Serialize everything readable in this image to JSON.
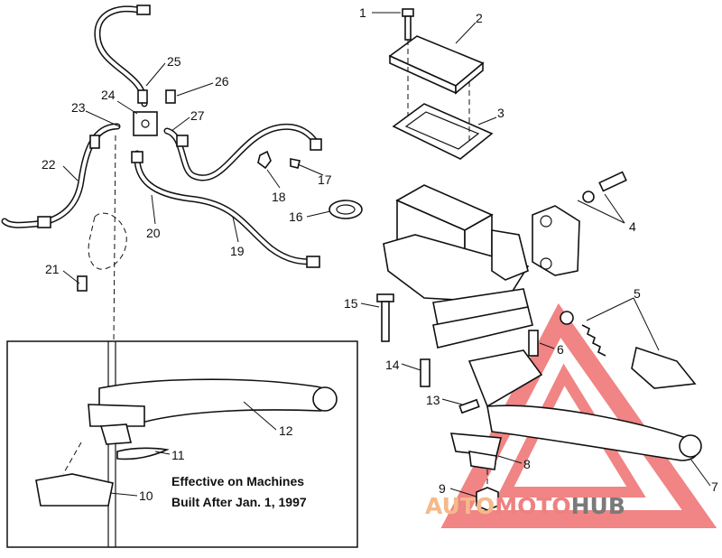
{
  "inset_note": {
    "line1": "Effective on Machines",
    "line2": "Built After Jan. 1, 1997"
  },
  "watermark": {
    "part1": "AUTO",
    "part2": "MOTO",
    "part3": "HUB",
    "color_auto": "#f5b98a",
    "color_moto": "#f08080",
    "color_hub": "#7a7a7a",
    "triangle_color": "#ee6f6f"
  },
  "callouts": [
    {
      "id": "c1",
      "label": "1"
    },
    {
      "id": "c2",
      "label": "2"
    },
    {
      "id": "c3",
      "label": "3"
    },
    {
      "id": "c4",
      "label": "4"
    },
    {
      "id": "c5",
      "label": "5"
    },
    {
      "id": "c6",
      "label": "6"
    },
    {
      "id": "c7",
      "label": "7"
    },
    {
      "id": "c8",
      "label": "8"
    },
    {
      "id": "c9",
      "label": "9"
    },
    {
      "id": "c10",
      "label": "10"
    },
    {
      "id": "c11",
      "label": "11"
    },
    {
      "id": "c12",
      "label": "12"
    },
    {
      "id": "c13",
      "label": "13"
    },
    {
      "id": "c14",
      "label": "14"
    },
    {
      "id": "c15",
      "label": "15"
    },
    {
      "id": "c16",
      "label": "16"
    },
    {
      "id": "c17",
      "label": "17"
    },
    {
      "id": "c18",
      "label": "18"
    },
    {
      "id": "c19",
      "label": "19"
    },
    {
      "id": "c20",
      "label": "20"
    },
    {
      "id": "c21",
      "label": "21"
    },
    {
      "id": "c22",
      "label": "22"
    },
    {
      "id": "c23",
      "label": "23"
    },
    {
      "id": "c24",
      "label": "24"
    },
    {
      "id": "c25",
      "label": "25"
    },
    {
      "id": "c26",
      "label": "26"
    },
    {
      "id": "c27",
      "label": "27"
    }
  ]
}
